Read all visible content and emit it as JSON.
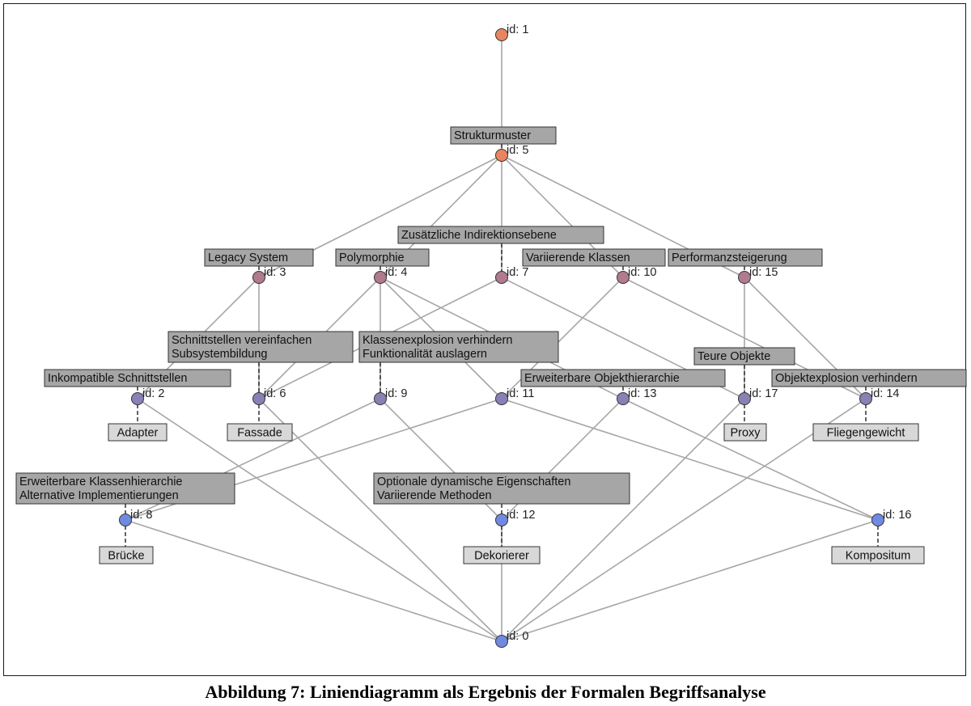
{
  "caption": "Abbildung 7: Liniendiagramm als Ergebnis der Formalen Begriffsanalyse",
  "colors": {
    "edge": "#a6a6a6",
    "attribute_box": "#a6a6a6",
    "object_box": "#d8d8d8",
    "node_top": "#e8855f",
    "node_upper": "#b07a8f",
    "node_middle": "#8a80b5",
    "node_bottom": "#6f8ae0"
  },
  "nodes": [
    {
      "id": "1",
      "label": "id: 1",
      "color": "node_top"
    },
    {
      "id": "5",
      "label": "id: 5",
      "color": "node_top"
    },
    {
      "id": "3",
      "label": "id: 3",
      "color": "node_upper"
    },
    {
      "id": "4",
      "label": "id: 4",
      "color": "node_upper"
    },
    {
      "id": "7",
      "label": "id: 7",
      "color": "node_upper"
    },
    {
      "id": "10",
      "label": "id: 10",
      "color": "node_upper"
    },
    {
      "id": "15",
      "label": "id: 15",
      "color": "node_upper"
    },
    {
      "id": "2",
      "label": "id: 2",
      "color": "node_middle"
    },
    {
      "id": "6",
      "label": "id: 6",
      "color": "node_middle"
    },
    {
      "id": "9",
      "label": "id: 9",
      "color": "node_middle"
    },
    {
      "id": "11",
      "label": "id: 11",
      "color": "node_middle"
    },
    {
      "id": "13",
      "label": "id: 13",
      "color": "node_middle"
    },
    {
      "id": "17",
      "label": "id: 17",
      "color": "node_middle"
    },
    {
      "id": "14",
      "label": "id: 14",
      "color": "node_middle"
    },
    {
      "id": "8",
      "label": "id: 8",
      "color": "node_bottom"
    },
    {
      "id": "12",
      "label": "id: 12",
      "color": "node_bottom"
    },
    {
      "id": "16",
      "label": "id: 16",
      "color": "node_bottom"
    },
    {
      "id": "0",
      "label": "id: 0",
      "color": "node_bottom"
    }
  ],
  "edges": [
    [
      "1",
      "5"
    ],
    [
      "5",
      "3"
    ],
    [
      "5",
      "4"
    ],
    [
      "5",
      "7"
    ],
    [
      "5",
      "10"
    ],
    [
      "5",
      "15"
    ],
    [
      "3",
      "2"
    ],
    [
      "3",
      "6"
    ],
    [
      "4",
      "6"
    ],
    [
      "4",
      "9"
    ],
    [
      "4",
      "11"
    ],
    [
      "4",
      "13"
    ],
    [
      "7",
      "6"
    ],
    [
      "7",
      "17"
    ],
    [
      "10",
      "11"
    ],
    [
      "10",
      "14"
    ],
    [
      "15",
      "17"
    ],
    [
      "15",
      "14"
    ],
    [
      "2",
      "0"
    ],
    [
      "6",
      "0"
    ],
    [
      "9",
      "8"
    ],
    [
      "9",
      "12"
    ],
    [
      "11",
      "8"
    ],
    [
      "11",
      "16"
    ],
    [
      "13",
      "12"
    ],
    [
      "13",
      "16"
    ],
    [
      "17",
      "0"
    ],
    [
      "14",
      "0"
    ],
    [
      "8",
      "0"
    ],
    [
      "12",
      "0"
    ],
    [
      "16",
      "0"
    ]
  ],
  "attribute_labels": [
    {
      "node": "5",
      "lines": [
        "Strukturmuster"
      ]
    },
    {
      "node": "7",
      "lines": [
        "Zusätzliche Indirektionsebene"
      ]
    },
    {
      "node": "3",
      "lines": [
        "Legacy System"
      ]
    },
    {
      "node": "4",
      "lines": [
        "Polymorphie"
      ]
    },
    {
      "node": "10",
      "lines": [
        "Variierende Klassen"
      ]
    },
    {
      "node": "15",
      "lines": [
        "Performanzsteigerung"
      ]
    },
    {
      "node": "6",
      "lines": [
        "Schnittstellen vereinfachen",
        "Subsystembildung"
      ]
    },
    {
      "node": "9",
      "lines": [
        "Klassenexplosion verhindern",
        "Funktionalität auslagern"
      ]
    },
    {
      "node": "17",
      "lines": [
        "Teure Objekte"
      ]
    },
    {
      "node": "2",
      "lines": [
        "Inkompatible Schnittstellen"
      ]
    },
    {
      "node": "13",
      "lines": [
        "Erweiterbare Objekthierarchie"
      ]
    },
    {
      "node": "14",
      "lines": [
        "Objektexplosion verhindern"
      ]
    },
    {
      "node": "8",
      "lines": [
        "Erweiterbare Klassenhierarchie",
        "Alternative Implementierungen"
      ]
    },
    {
      "node": "12",
      "lines": [
        "Optionale dynamische Eigenschaften",
        "Variierende Methoden"
      ]
    }
  ],
  "object_labels": [
    {
      "node": "2",
      "text": "Adapter"
    },
    {
      "node": "6",
      "text": "Fassade"
    },
    {
      "node": "17",
      "text": "Proxy"
    },
    {
      "node": "14",
      "text": "Fliegengewicht"
    },
    {
      "node": "8",
      "text": "Brücke"
    },
    {
      "node": "12",
      "text": "Dekorierer"
    },
    {
      "node": "16",
      "text": "Kompositum"
    }
  ]
}
